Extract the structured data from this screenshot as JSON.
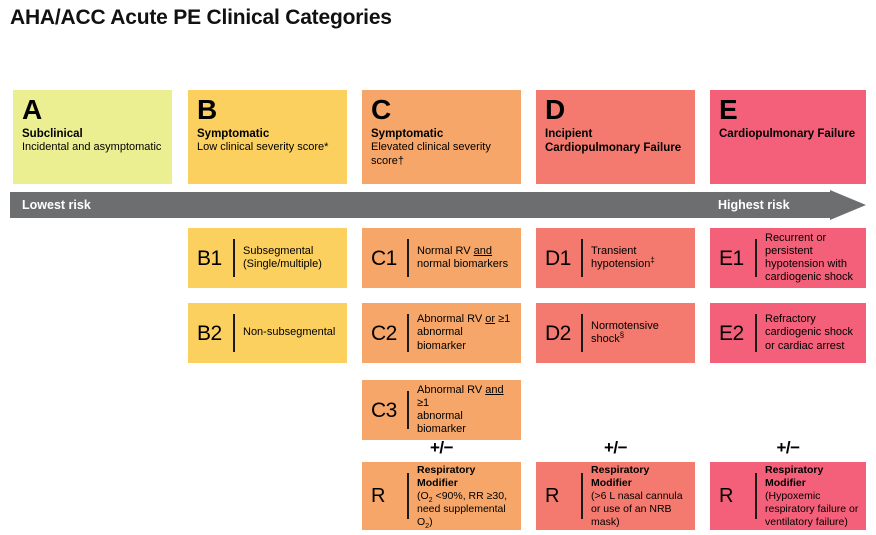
{
  "title": "AHA/ACC Acute PE Clinical Categories",
  "colors": {
    "column_a": "#ECEE92",
    "column_b": "#FBD05F",
    "column_c": "#F5A668",
    "column_d": "#F4796E",
    "column_e": "#F4607A",
    "arrow_gray": "#6D6E70",
    "text_black": "#000000",
    "arrow_label_white": "#FFFFFF"
  },
  "risk_arrow": {
    "left_label": "Lowest risk",
    "right_label": "Highest risk"
  },
  "columns": [
    {
      "letter": "A",
      "name": "Subclinical",
      "description": "Incidental and asymptomatic",
      "color_key": "column_a"
    },
    {
      "letter": "B",
      "name": "Symptomatic",
      "description": "Low clinical severity score*",
      "color_key": "column_b"
    },
    {
      "letter": "C",
      "name": "Symptomatic",
      "description": "Elevated clinical severity score†",
      "color_key": "column_c"
    },
    {
      "letter": "D",
      "name": "Incipient Cardiopulmonary Failure",
      "description": "",
      "color_key": "column_d"
    },
    {
      "letter": "E",
      "name": "Cardiopulmonary Failure",
      "description": "",
      "color_key": "column_e"
    }
  ],
  "subcategories": {
    "b1": {
      "code": "B1",
      "text": "Subsegmental (Single/multiple)"
    },
    "b2": {
      "code": "B2",
      "text": "Non-subsegmental"
    },
    "c1": {
      "code": "C1",
      "text": "Normal RV and normal biomarkers"
    },
    "c2": {
      "code": "C2",
      "text": "Abnormal RV or ≥1 abnormal biomarker"
    },
    "c3": {
      "code": "C3",
      "text": "Abnormal RV and ≥1 abnormal biomarker"
    },
    "d1": {
      "code": "D1",
      "text": "Transient hypotension‡"
    },
    "d2": {
      "code": "D2",
      "text": "Normotensive shock§"
    },
    "e1": {
      "code": "E1",
      "text": "Recurrent or persistent hypotension with cardiogenic shock"
    },
    "e2": {
      "code": "E2",
      "text": "Refractory cardiogenic shock or cardiac arrest"
    }
  },
  "modifiers": {
    "plus_minus_symbol": "+/−",
    "c": {
      "code": "R",
      "title": "Respiratory Modifier",
      "detail": "(O2 <90%, RR ≥30, need supplemental O2)"
    },
    "d": {
      "code": "R",
      "title": "Respiratory Modifier",
      "detail": "(>6 L nasal cannula or use of an NRB mask)"
    },
    "e": {
      "code": "R",
      "title": "Respiratory Modifier",
      "detail": "(Hypoxemic respiratory failure or ventilatory failure)"
    }
  }
}
